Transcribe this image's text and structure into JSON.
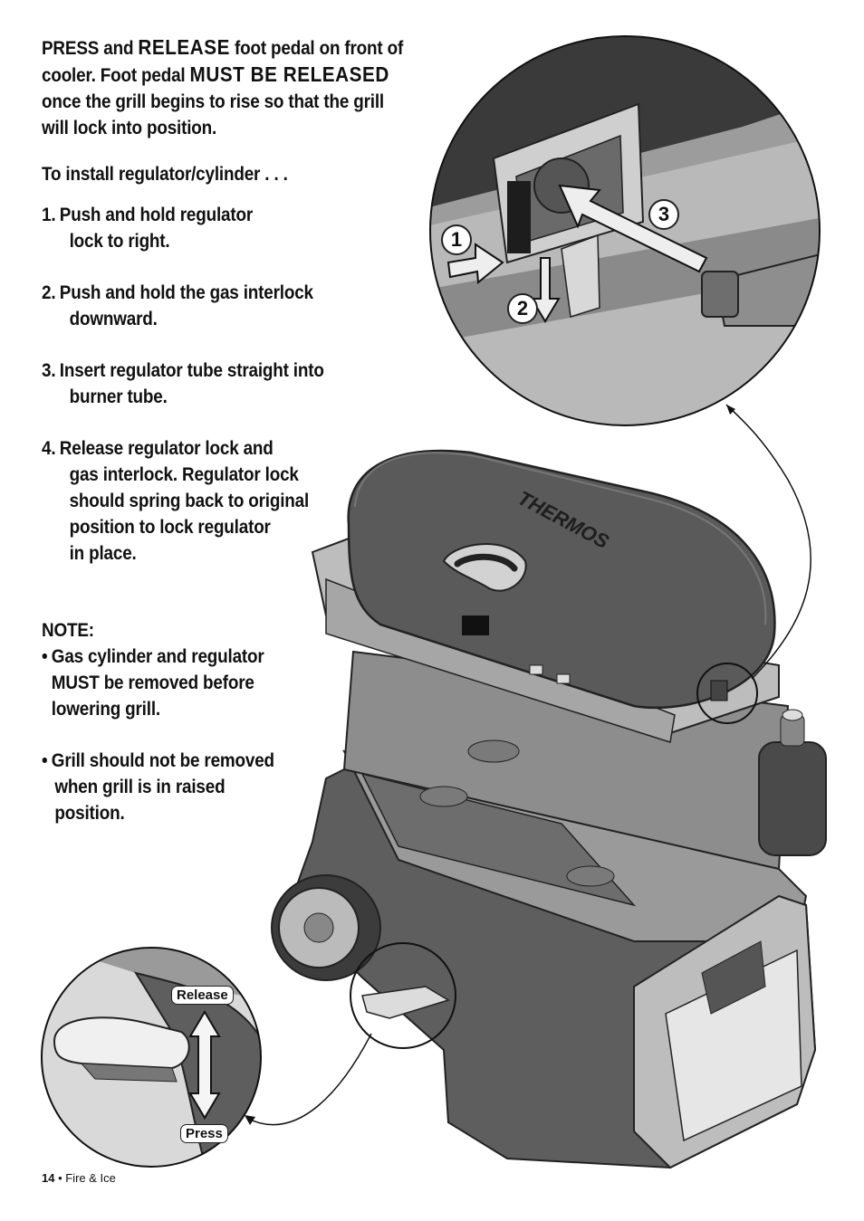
{
  "intro": {
    "t1": "PRESS and ",
    "t2": "RELEASE",
    "t3": " foot pedal on front of",
    "t4": "cooler. Foot pedal ",
    "t5": "MUST BE RELEASED",
    "t6": "once the grill begins to rise so that the grill",
    "t7": "will lock into position."
  },
  "install_heading": "To install regulator/cylinder . . .",
  "steps": [
    {
      "num": "1.",
      "lines": [
        "Push and hold regulator",
        "lock to right."
      ]
    },
    {
      "num": "2.",
      "lines": [
        "Push and hold the gas interlock",
        "downward."
      ]
    },
    {
      "num": "3.",
      "lines": [
        "Insert regulator tube straight into",
        "burner tube."
      ]
    },
    {
      "num": "4.",
      "lines": [
        "Release regulator lock and",
        "gas interlock. Regulator lock",
        "should spring back to original",
        "position to lock regulator",
        "in place."
      ]
    }
  ],
  "note": {
    "heading": "NOTE:",
    "bullets": [
      {
        "bullet": "•",
        "lines": [
          "Gas cylinder and regulator",
          "MUST be removed before",
          "lowering grill."
        ]
      },
      {
        "bullet": "•",
        "lines": [
          "Grill should not be removed",
          "when grill is in raised",
          "position."
        ]
      }
    ]
  },
  "illustration": {
    "brand": "THERMOS",
    "callouts": [
      "1",
      "2",
      "3"
    ],
    "pedal_labels": {
      "up": "Release",
      "down": "Press"
    }
  },
  "footer": {
    "page": "14",
    "sep": " • ",
    "title": "Fire & Ice"
  }
}
